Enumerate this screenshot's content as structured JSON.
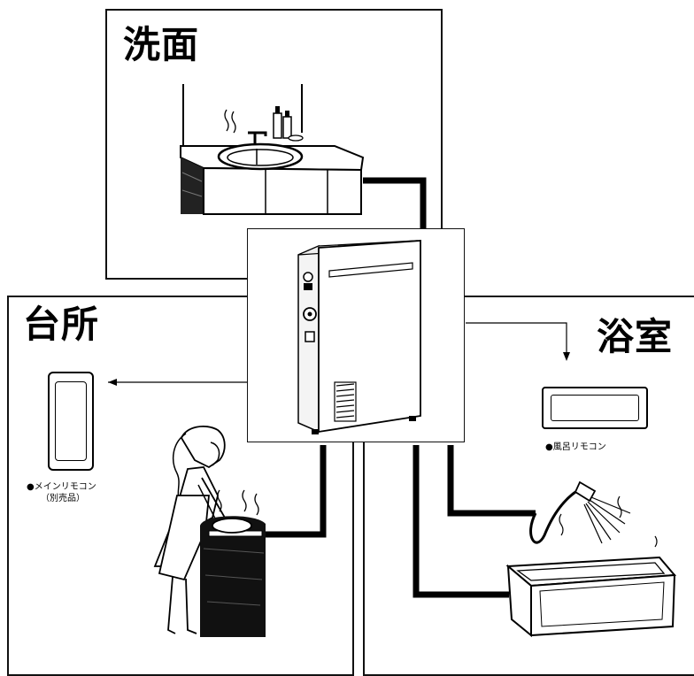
{
  "rooms": {
    "washroom": {
      "title": "洗面"
    },
    "kitchen": {
      "title": "台所"
    },
    "bathroom": {
      "title": "浴室"
    }
  },
  "remotes": {
    "main": {
      "label": "●メインリモコン",
      "sublabel": "（別売品）"
    },
    "bath": {
      "label": "●風呂リモコン"
    }
  }
}
